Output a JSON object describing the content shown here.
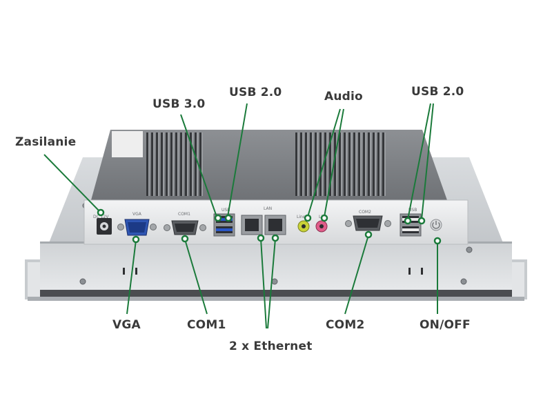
{
  "labels": {
    "power": "Zasilanie",
    "usb30": "USB 3.0",
    "usb20_left": "USB 2.0",
    "audio": "Audio",
    "usb20_right": "USB 2.0",
    "vga": "VGA",
    "com1": "COM1",
    "ethernet": "2 x Ethernet",
    "com2": "COM2",
    "onoff": "ON/OFF"
  },
  "panel_labels": {
    "dc": "DC 12V",
    "vga": "VGA",
    "com1": "COM1",
    "usb": "USB",
    "lan": "LAN",
    "line_out": "Line",
    "line_in": "Lin",
    "com2": "COM2",
    "usb_right": "USB"
  },
  "colors": {
    "callout": "#1a7a3a",
    "label_text": "#3a3a3a",
    "chassis": "#e4e6e8",
    "heatsink": "#4a4c50",
    "bezel": "#b8bcc0"
  }
}
